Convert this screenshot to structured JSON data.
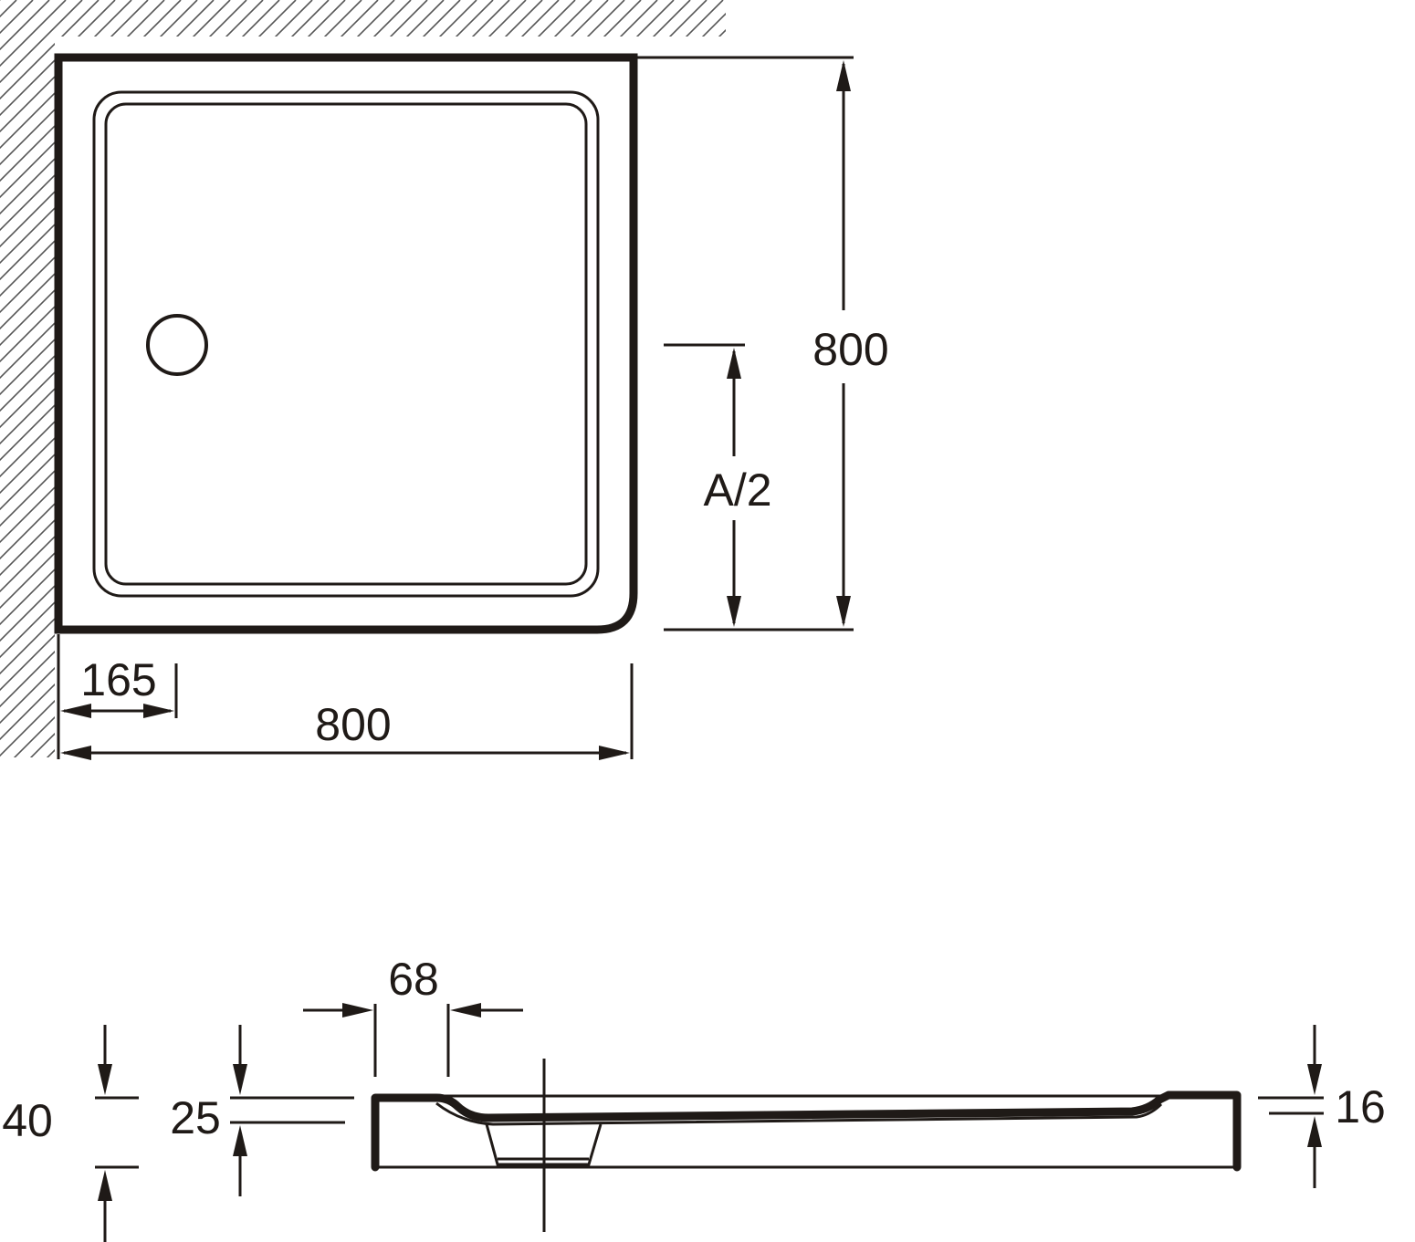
{
  "plan_view": {
    "width_label": "800",
    "depth_label": "800",
    "drain_offset_label": "165",
    "half_label": "A/2"
  },
  "section_view": {
    "total_height_label": "40",
    "tray_height_label": "25",
    "rim_width_label": "68",
    "rim_height_label": "16"
  },
  "colors": {
    "ink": "#1f1a17",
    "hatch": "#555555",
    "background": "#ffffff"
  }
}
